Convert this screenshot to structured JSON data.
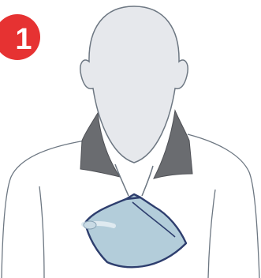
{
  "step_badge": {
    "number": "1",
    "color": "#e63232",
    "text_color": "#ffffff"
  },
  "colors": {
    "outline": "#6d7782",
    "head_fill": "#e6e8ec",
    "collar_fill": "#6a6c70",
    "mask_fill": "#b3cdda",
    "mask_outline": "#2e3e6e",
    "background": "#ffffff"
  },
  "icons": {
    "step_badge": "step-number-badge",
    "head": "person-head-silhouette",
    "mask": "respirator-mask"
  }
}
